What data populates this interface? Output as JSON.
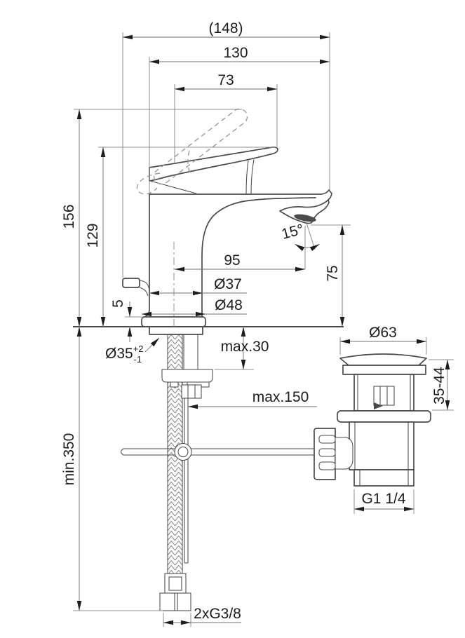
{
  "colors": {
    "outline": "#4a4a4a",
    "dimension_line": "#8c8c8c",
    "annotation_text": "#1c1c1c",
    "background": "#ffffff",
    "aerator_fill": "#4a4a4a",
    "dashed_line": "#9b9b9b"
  },
  "dimensions": {
    "overall_projection": "(148)",
    "spout_projection_overall": "130",
    "handle_projection": "73",
    "height_overall": "156",
    "height_to_handle_tip": "129",
    "spout_reach": "95",
    "outlet_height": "75",
    "aerator_angle": "15°",
    "body_diameter": "Ø37",
    "base_diameter": "Ø48",
    "base_plate_height": "5",
    "mounting_hole_diameter": "Ø35",
    "mounting_hole_tol_upper": "+2",
    "mounting_hole_tol_lower": "-1",
    "deck_thickness_max": "max.30",
    "rod_reach_max": "max.150",
    "hose_length_min": "min.350",
    "waste_cap_diameter": "Ø63",
    "waste_body_height_range": "35-44",
    "waste_thread": "G1 1/4",
    "supply_connections": "2xG3/8"
  }
}
